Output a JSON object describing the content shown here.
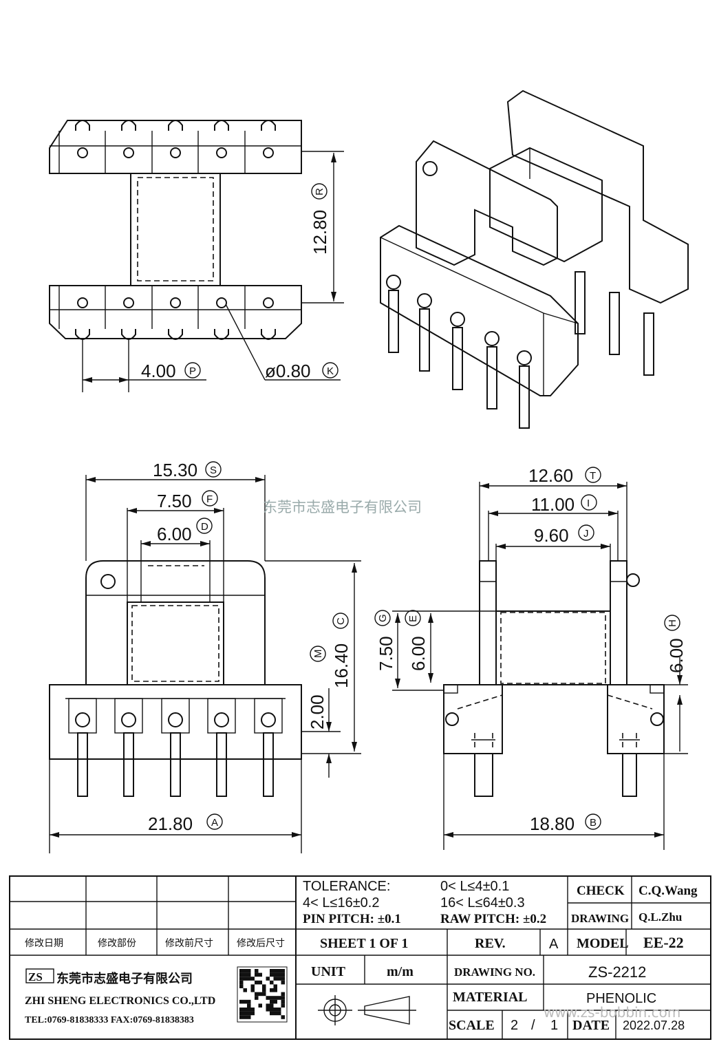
{
  "watermark_top": "东莞市志盛电子有限公司",
  "watermark_bottom": "www.zs-bobbin.com",
  "dimensions": {
    "top_view": {
      "height": "12.80",
      "height_tag": "R",
      "pitch": "4.00",
      "pitch_tag": "P",
      "pin": "ø0.80",
      "pin_tag": "K"
    },
    "front_view": {
      "s": "15.30",
      "s_tag": "S",
      "f": "7.50",
      "f_tag": "F",
      "d": "6.00",
      "d_tag": "D",
      "c": "16.40",
      "c_tag": "C",
      "m": "2.00",
      "m_tag": "M",
      "a": "21.80",
      "a_tag": "A"
    },
    "side_view": {
      "t": "12.60",
      "t_tag": "T",
      "i": "11.00",
      "i_tag": "I",
      "j": "9.60",
      "j_tag": "J",
      "g": "7.50",
      "g_tag": "G",
      "e": "6.00",
      "e_tag": "E",
      "h": "6.00",
      "h_tag": "H",
      "b": "18.80",
      "b_tag": "B"
    }
  },
  "title_block": {
    "tolerance_label": "TOLERANCE:",
    "tol_1": "0< L≤4±0.1",
    "tol_2": "4< L≤16±0.2",
    "tol_3": "16< L≤64±0.3",
    "pin_pitch": "PIN PITCH: ±0.1",
    "raw_pitch": "RAW PITCH: ±0.2",
    "check_label": "CHECK",
    "check_value": "C.Q.Wang",
    "drawing_label": "DRAWING",
    "drawing_value": "Q.L.Zhu",
    "rev_headers": [
      "修改日期",
      "修改部份",
      "修改前尺寸",
      "修改后尺寸"
    ],
    "sheet": "SHEET 1 OF 1",
    "rev_label": "REV.",
    "rev_value": "A",
    "model_label": "MODEL",
    "model_value": "EE-22",
    "unit_label": "UNIT",
    "unit_value": "m/m",
    "drawing_no_label": "DRAWING NO.",
    "drawing_no_value": "ZS-2212",
    "material_label": "MATERIAL",
    "material_value": "PHENOLIC",
    "scale_label": "SCALE",
    "scale_num": "2",
    "scale_sep": "/",
    "scale_den": "1",
    "date_label": "DATE",
    "date_value": "2022.07.28",
    "company_cn": "东莞市志盛电子有限公司",
    "company_en": "ZHI SHENG ELECTRONICS CO.,LTD",
    "contact": "TEL:0769-81838333 FAX:0769-81838383",
    "logo_text": "ZS"
  }
}
